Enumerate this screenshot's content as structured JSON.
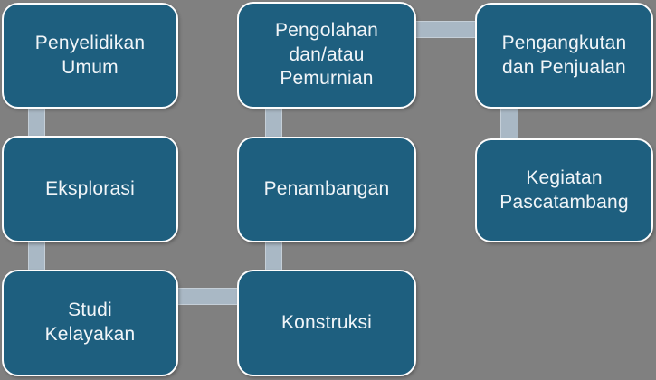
{
  "diagram": {
    "type": "process-flow",
    "background_color": "#808080",
    "node_fill_color": "#1e5f7f",
    "node_border_color": "#fdfdfd",
    "node_text_color": "#f1f5f8",
    "connector_color": "#a9b8c5",
    "nodes": [
      {
        "id": "penyelidikan-umum",
        "label": "Penyelidikan\nUmum"
      },
      {
        "id": "pengolahan-pemurnian",
        "label": "Pengolahan\ndan/atau\nPemurnian"
      },
      {
        "id": "pengangkutan-penjualan",
        "label": "Pengangkutan\ndan Penjualan"
      },
      {
        "id": "eksplorasi",
        "label": "Eksplorasi"
      },
      {
        "id": "penambangan",
        "label": "Penambangan"
      },
      {
        "id": "kegiatan-pascatambang",
        "label": "Kegiatan\nPascatambang"
      },
      {
        "id": "studi-kelayakan",
        "label": "Studi\nKelayakan"
      },
      {
        "id": "konstruksi",
        "label": "Konstruksi"
      }
    ],
    "flow_order": [
      "Penyelidikan Umum",
      "Eksplorasi",
      "Studi Kelayakan",
      "Konstruksi",
      "Penambangan",
      "Pengolahan dan/atau Pemurnian",
      "Pengangkutan dan Penjualan",
      "Kegiatan Pascatambang"
    ],
    "connections": [
      {
        "from": "penyelidikan-umum",
        "to": "eksplorasi"
      },
      {
        "from": "eksplorasi",
        "to": "studi-kelayakan"
      },
      {
        "from": "studi-kelayakan",
        "to": "konstruksi"
      },
      {
        "from": "konstruksi",
        "to": "penambangan"
      },
      {
        "from": "penambangan",
        "to": "pengolahan-pemurnian"
      },
      {
        "from": "pengolahan-pemurnian",
        "to": "pengangkutan-penjualan"
      },
      {
        "from": "pengangkutan-penjualan",
        "to": "kegiatan-pascatambang"
      }
    ]
  }
}
